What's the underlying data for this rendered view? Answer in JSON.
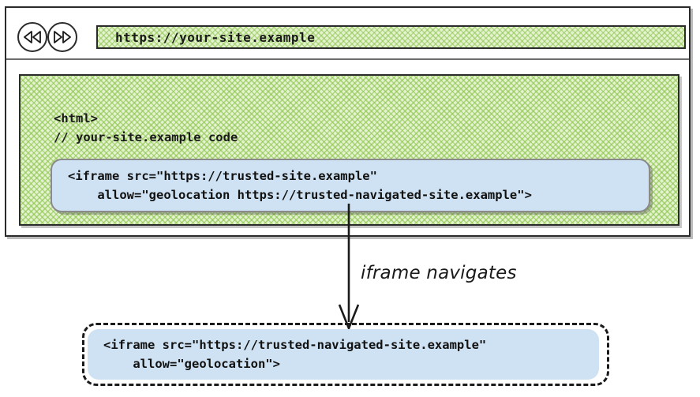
{
  "browser": {
    "nav_back_icon": "rewind-icon",
    "nav_forward_icon": "fast-forward-icon",
    "url_bar": {
      "value": "https://your-site.example",
      "placeholder": "https://your-site.example"
    }
  },
  "page": {
    "code_lines": "<html>\n// your-site.example code",
    "iframe_parent": "<iframe src=\"https://trusted-site.example\"\n    allow=\"geolocation https://trusted-navigated-site.example\">"
  },
  "annotation": {
    "arrow_label": "iframe navigates"
  },
  "navigated": {
    "iframe_code": "<iframe src=\"https://trusted-navigated-site.example\"\n    allow=\"geolocation\">"
  },
  "colors": {
    "page_green": "#e4f3cf",
    "hatch_green": "#8bc34a",
    "iframe_blue": "#cfe2f3",
    "outline_dark": "#2b2b2b"
  }
}
